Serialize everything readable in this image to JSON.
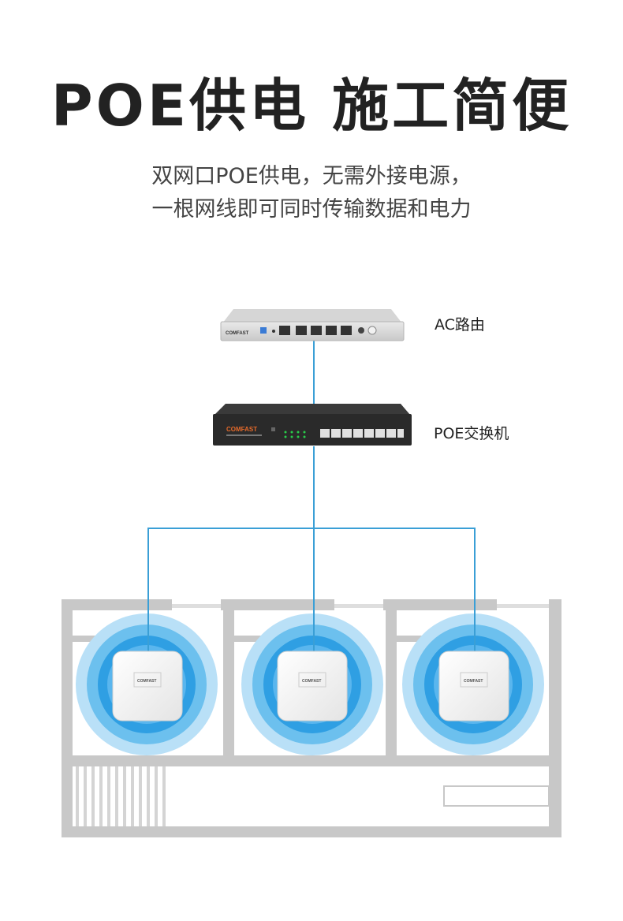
{
  "header": {
    "title": "POE供电  施工简便",
    "subtitle_line1": "双网口POE供电，无需外接电源，",
    "subtitle_line2": "一根网线即可同时传输数据和电力"
  },
  "devices": {
    "router": {
      "label": "AC路由",
      "brand": "COMFAST"
    },
    "switch": {
      "label": "POE交换机",
      "brand": "COMFAST"
    },
    "access_points": [
      {
        "brand": "COMFAST"
      },
      {
        "brand": "COMFAST"
      },
      {
        "brand": "COMFAST"
      }
    ]
  },
  "colors": {
    "cable": "#3a9fd6",
    "signal_outer": "#b9e0f7",
    "signal_mid": "#6cc0ee",
    "signal_inner": "#2f9fe3",
    "wall": "#c8c8c8"
  }
}
